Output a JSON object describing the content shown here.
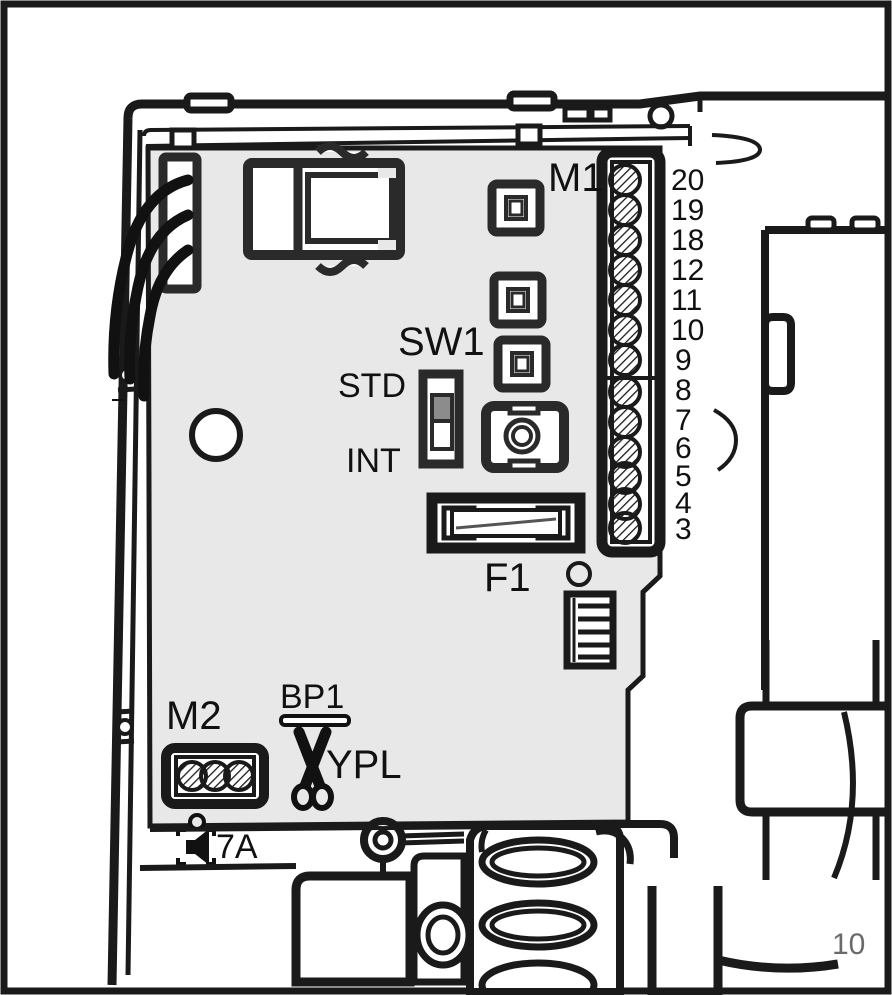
{
  "figure": {
    "kind": "technical-line-drawing",
    "subject": "control-unit-enclosure-pcb",
    "page_number": "10",
    "background_color": "#ffffff",
    "pcb_color": "#e8e8e8",
    "line_color": "#1a1a1a",
    "slider_color": "#8c8c8c",
    "page_number_color": "#6a6a6a"
  },
  "connectors": {
    "m1": {
      "label": "M1",
      "icon": "terminal-block-icon",
      "terminal_count": 13,
      "terminal_numbers": [
        "20",
        "19",
        "18",
        "12",
        "11",
        "10",
        "9",
        "8",
        "7",
        "6",
        "5",
        "4",
        "3"
      ]
    },
    "m2": {
      "label": "M2",
      "icon": "terminal-block-icon",
      "terminal_count": 3
    },
    "wire_header": {
      "icon": "wire-connector-icon",
      "wire_count": 3
    },
    "pin_header": {
      "icon": "pin-header-icon",
      "pin_count": 5
    }
  },
  "switch": {
    "label": "SW1",
    "icon": "slide-switch-icon",
    "position_top_label": "STD",
    "position_bottom_label": "INT",
    "selected": "STD"
  },
  "fuse": {
    "label": "F1",
    "icon": "cartridge-fuse-icon"
  },
  "jumper": {
    "label": "BP1",
    "icon": "wire-link-icon",
    "cut_icon": "scissors-icon",
    "target_label": "YPL"
  },
  "sounder": {
    "icon": "speaker-icon",
    "label": "7A"
  },
  "components": {
    "transformer": {
      "icon": "transformer-module-icon"
    },
    "relays": [
      {
        "icon": "relay-icon"
      },
      {
        "icon": "relay-icon"
      },
      {
        "icon": "relay-icon"
      }
    ],
    "trimmer": {
      "icon": "trimmer-pot-icon"
    },
    "mount_hole": {
      "icon": "mounting-hole-icon"
    },
    "via_hole": {
      "icon": "via-hole-icon"
    }
  },
  "enclosure": {
    "lid": {
      "icon": "hinged-lid-icon",
      "tab_count": 2
    },
    "hinges": {
      "icon": "hinge-icon",
      "count": 2
    },
    "side_panel": {
      "icon": "side-panel-icon"
    },
    "pipe_manifold": {
      "icon": "pipe-manifold-icon"
    }
  }
}
